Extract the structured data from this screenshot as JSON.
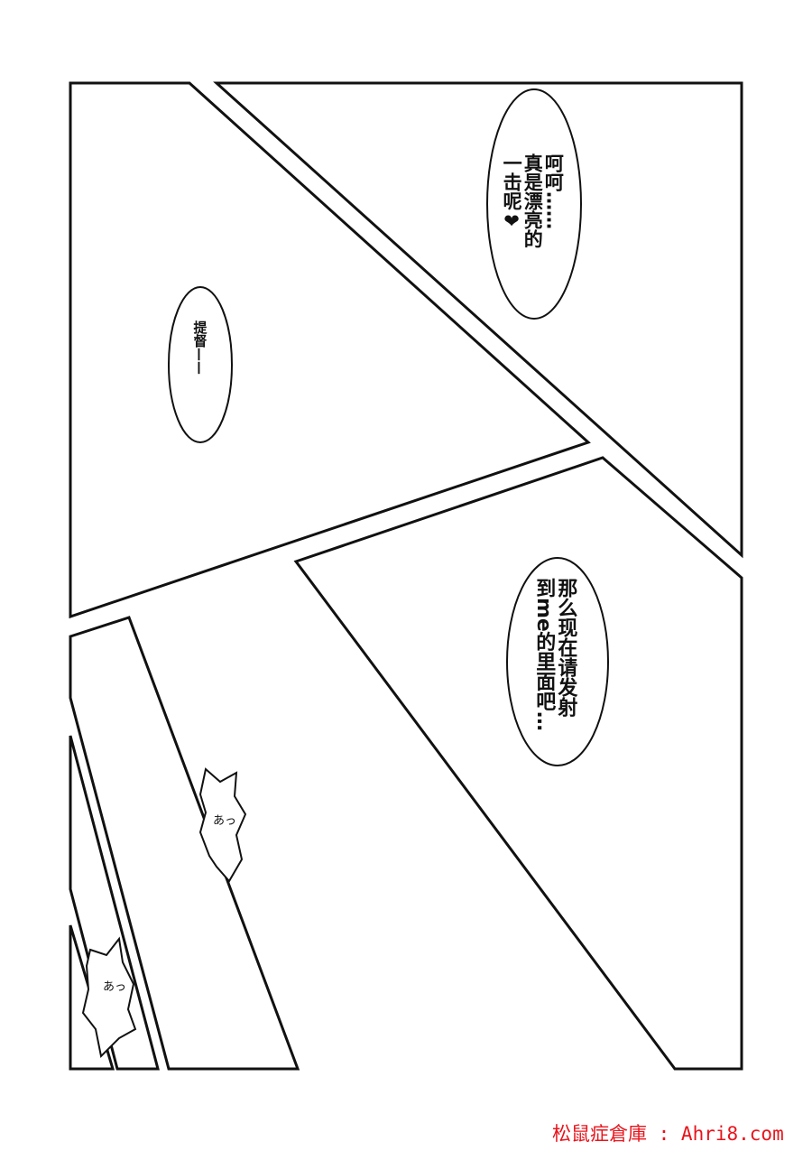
{
  "bubbles": {
    "top_right": {
      "line1": "呵呵……",
      "line2": "真是漂亮的",
      "line3": "一击呢❤"
    },
    "left": {
      "line1": "提督——"
    },
    "mid_right": {
      "line1": "那么现在请发射",
      "line2": "到me的里面吧…"
    },
    "sfx_1": "あっ",
    "sfx_2": "あっ"
  },
  "watermark": "松鼠症倉庫 : Ahri8.com",
  "colors": {
    "ink": "#111111",
    "watermark": "#e8141c"
  }
}
